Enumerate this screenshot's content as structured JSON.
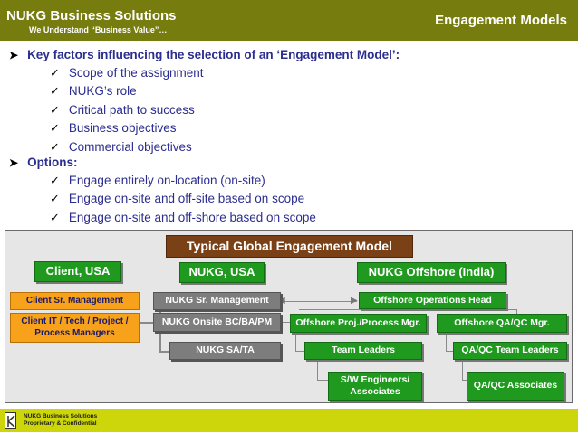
{
  "header": {
    "company": "NUKG Business Solutions",
    "tagline": "We Understand “Business Value”…",
    "title": "Engagement Models"
  },
  "content": {
    "factors_heading": "Key factors influencing the selection of an ‘Engagement Model’:",
    "factors": [
      "Scope of the assignment",
      "NUKG’s role",
      "Critical path to success",
      "Business objectives",
      "Commercial objectives"
    ],
    "options_heading": "Options:",
    "options": [
      "Engage entirely on-location (on-site)",
      "Engage on-site and off-site based on scope",
      "Engage on-site and off-shore based on scope"
    ]
  },
  "diagram": {
    "title": "Typical Global Engagement Model",
    "columns": {
      "client": "Client, USA",
      "nukg": "NUKG, USA",
      "offshore": "NUKG Offshore (India)"
    },
    "client_boxes": [
      "Client Sr. Management",
      "Client IT / Tech / Project / Process Managers"
    ],
    "nukg_boxes": [
      "NUKG Sr. Management",
      "NUKG Onsite  BC/BA/PM",
      "NUKG SA/TA"
    ],
    "offshore_boxes": {
      "head": "Offshore Operations Head",
      "proj_mgr": "Offshore Proj./Process Mgr.",
      "qa_mgr": "Offshore QA/QC Mgr.",
      "team_leaders": "Team Leaders",
      "qa_team_leaders": "QA/QC Team Leaders",
      "engineers": "S/W Engineers/ Associates",
      "qa_associates": "QA/QC Associates"
    }
  },
  "footer": {
    "line1": "NUKG Business Solutions",
    "line2": "Proprietary & Confidential"
  },
  "colors": {
    "header": "#767d0e",
    "footer": "#cdd60a",
    "text": "#2b2d8f",
    "green": "#1f9a1f",
    "grey": "#7d7d7d",
    "orange": "#f7a21a",
    "title_box": "#7a4116"
  }
}
